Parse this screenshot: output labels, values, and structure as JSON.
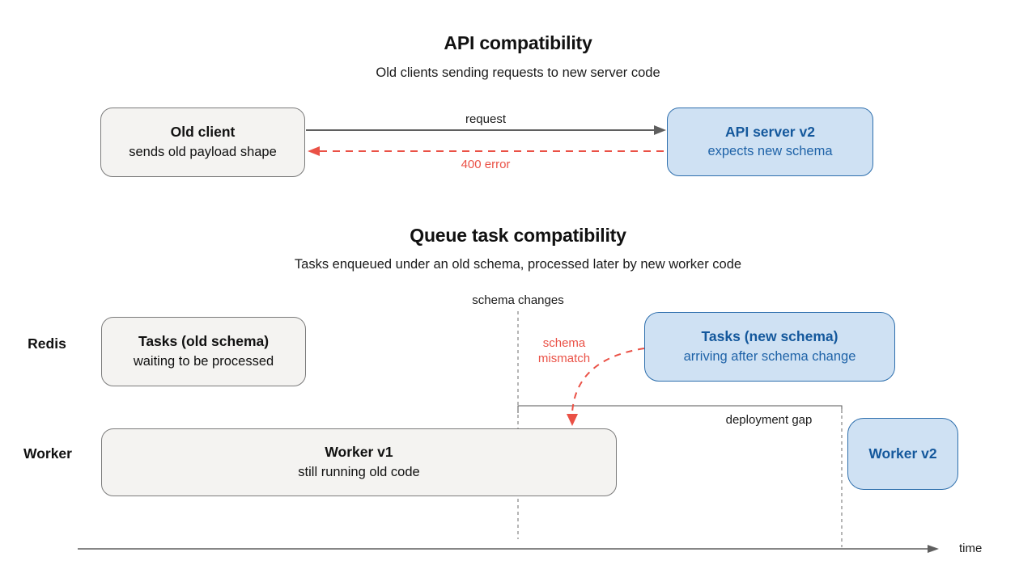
{
  "colors": {
    "gray_box_fill": "#f4f3f1",
    "gray_box_border": "#7b7b7b",
    "blue_box_fill": "#cfe1f3",
    "blue_box_border": "#2e6fad",
    "blue_text": "#14589c",
    "red_accent": "#ea5146",
    "arrow_gray": "#5f5f5f",
    "text": "#111111"
  },
  "api_section": {
    "title": "API compatibility",
    "subtitle": "Old clients sending requests to new server code",
    "old_client": {
      "title": "Old client",
      "subtitle": "sends old payload shape"
    },
    "api_server": {
      "title": "API server v2",
      "subtitle": "expects new schema"
    },
    "request_label": "request",
    "error_label": "400 error"
  },
  "queue_section": {
    "title": "Queue task compatibility",
    "subtitle": "Tasks enqueued under an old schema, processed later by new worker code",
    "schema_changes_label": "schema changes",
    "redis_row_label": "Redis",
    "worker_row_label": "Worker",
    "tasks_old": {
      "title": "Tasks (old schema)",
      "subtitle": "waiting to be processed"
    },
    "tasks_new": {
      "title": "Tasks (new schema)",
      "subtitle": "arriving after schema change"
    },
    "schema_mismatch": {
      "line1": "schema",
      "line2": "mismatch"
    },
    "deployment_gap_label": "deployment gap",
    "worker_v1": {
      "title": "Worker v1",
      "subtitle": "still running old code"
    },
    "worker_v2": {
      "title": "Worker v2"
    },
    "time_axis_label": "time"
  }
}
